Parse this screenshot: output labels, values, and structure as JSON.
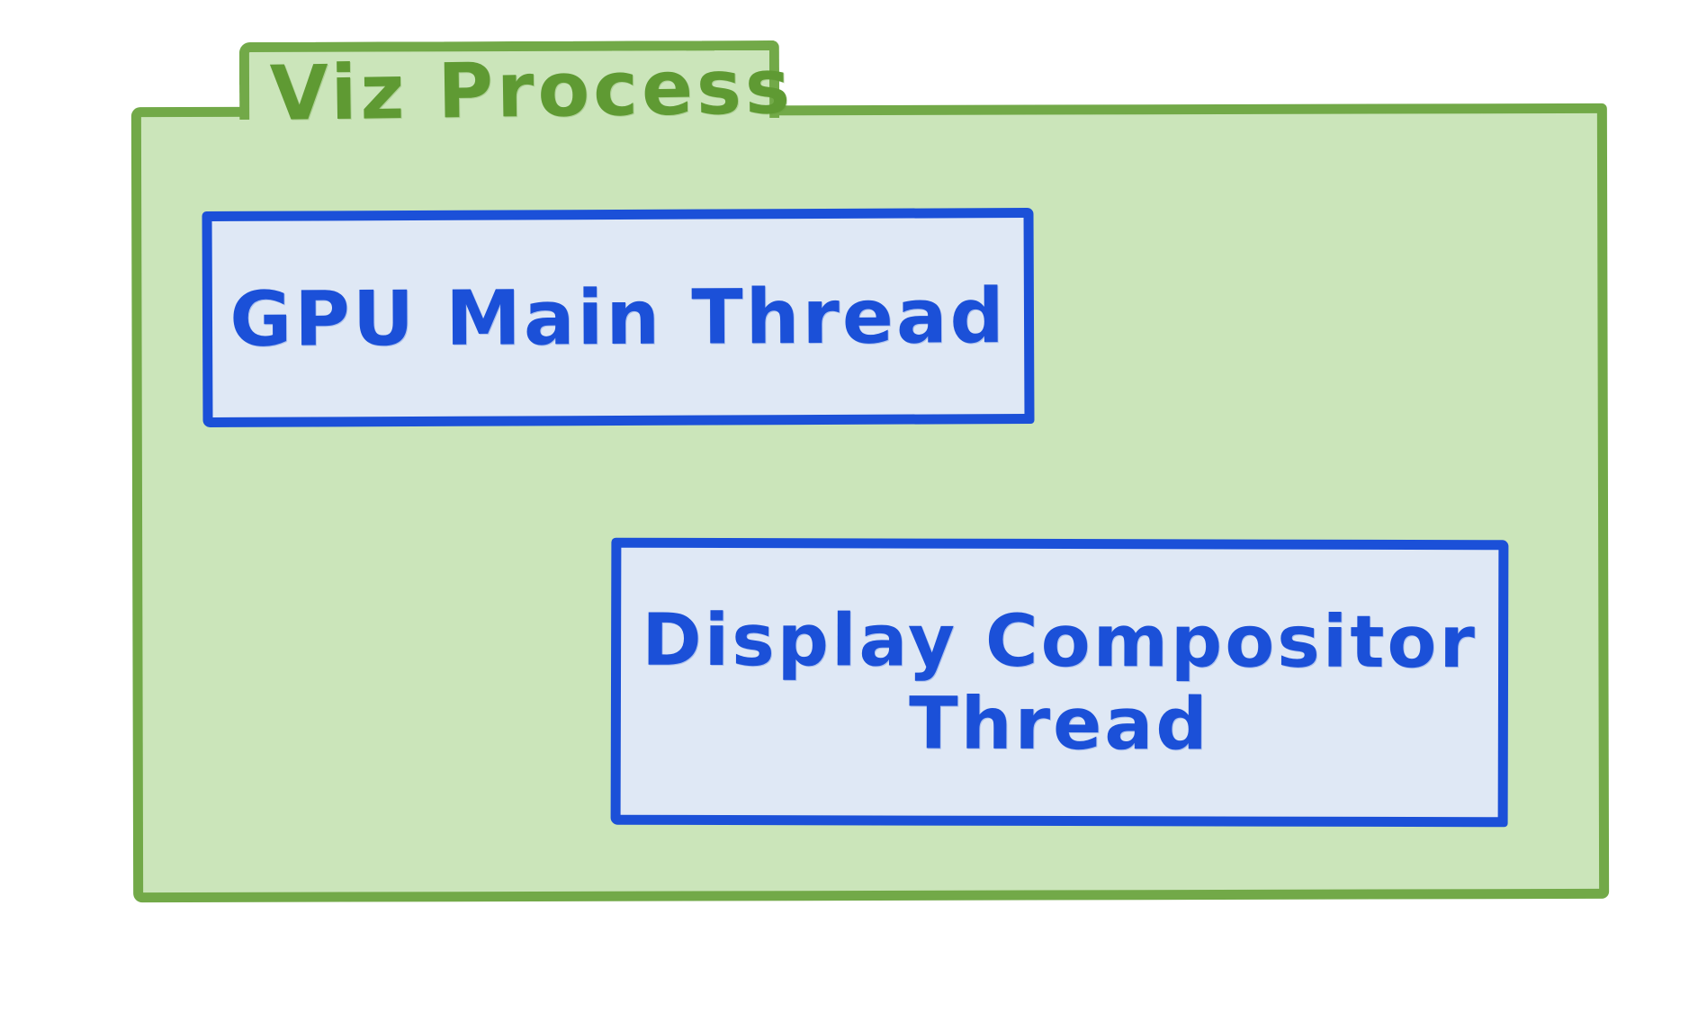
{
  "diagram": {
    "container_label": "Viz Process",
    "nodes": [
      {
        "id": "gpu-main-thread",
        "label": "GPU Main Thread"
      },
      {
        "id": "display-compositor-thread",
        "label": "Display Compositor Thread"
      }
    ]
  },
  "colors": {
    "canvas": "#ffffff",
    "container-fill": "#cbe5ba",
    "container-border": "#72a948",
    "container-label": "#5f9a33",
    "node-fill": "#dfe8f5",
    "node-border": "#1b50d8",
    "node-label": "#1b50d8"
  }
}
